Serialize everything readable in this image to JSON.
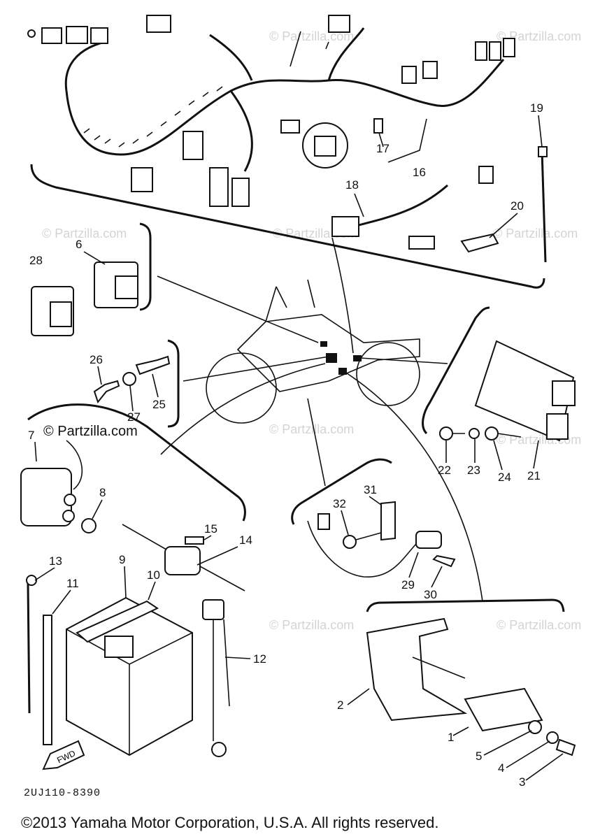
{
  "brand_watermark": "© Partzilla.com",
  "drawing_code": "2UJ110-8390",
  "copyright": "©2013  Yamaha Motor Corporation, U.S.A. All rights reserved.",
  "callouts": {
    "c1": "1",
    "c2": "2",
    "c3": "3",
    "c4": "4",
    "c5": "5",
    "c6": "6",
    "c7": "7",
    "c8": "8",
    "c9": "9",
    "c10": "10",
    "c11": "11",
    "c12": "12",
    "c13": "13",
    "c14": "14",
    "c15": "15",
    "c16": "16",
    "c17": "17",
    "c18": "18",
    "c19": "19",
    "c20": "20",
    "c21": "21",
    "c22": "22",
    "c23": "23",
    "c24": "24",
    "c25": "25",
    "c26": "26",
    "c27": "27",
    "c28": "28",
    "c29": "29",
    "c30": "30",
    "c31": "31",
    "c32": "32"
  },
  "fwd_label": "FWD",
  "colors": {
    "line": "#111111",
    "watermark": "#d4d4d4",
    "background": "#ffffff"
  }
}
